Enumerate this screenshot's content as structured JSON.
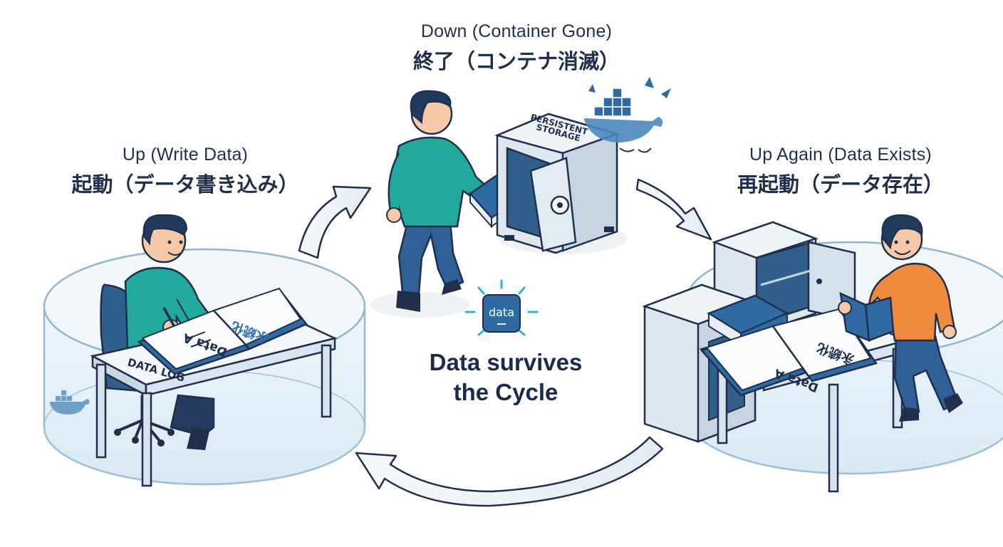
{
  "stages": {
    "up": {
      "en": "Up (Write Data)",
      "jp": "起動（データ書き込み）"
    },
    "down": {
      "en": "Down (Container Gone)",
      "jp": "終了（コンテナ消滅）"
    },
    "up_again": {
      "en": "Up Again (Data Exists)",
      "jp": "再起動（データ存在）"
    }
  },
  "book_labels": {
    "data": "Data A",
    "status": "永続化"
  },
  "desk_sign": "DATA LOG",
  "safe_sign": {
    "line1": "PERSISTENT",
    "line2": "STORAGE"
  },
  "data_icon_label": "data",
  "center_caption": {
    "line1": "Data survives",
    "line2": "the Cycle"
  },
  "icons": {
    "container": "docker-whale-icon",
    "storage": "safe-icon",
    "data": "data-badge-icon",
    "flow": "cycle-arrow-icon"
  },
  "colors": {
    "ink": "#1f2f4c",
    "accent_blue": "#2e6fa8",
    "cylinder_fill": "#e6f1f8",
    "cylinder_stroke": "#8fb7d2",
    "arrow_fill": "#eef4f8",
    "teal_shirt": "#22a59b",
    "orange_shirt": "#f08a3c",
    "spark": "#2ab8c8"
  }
}
